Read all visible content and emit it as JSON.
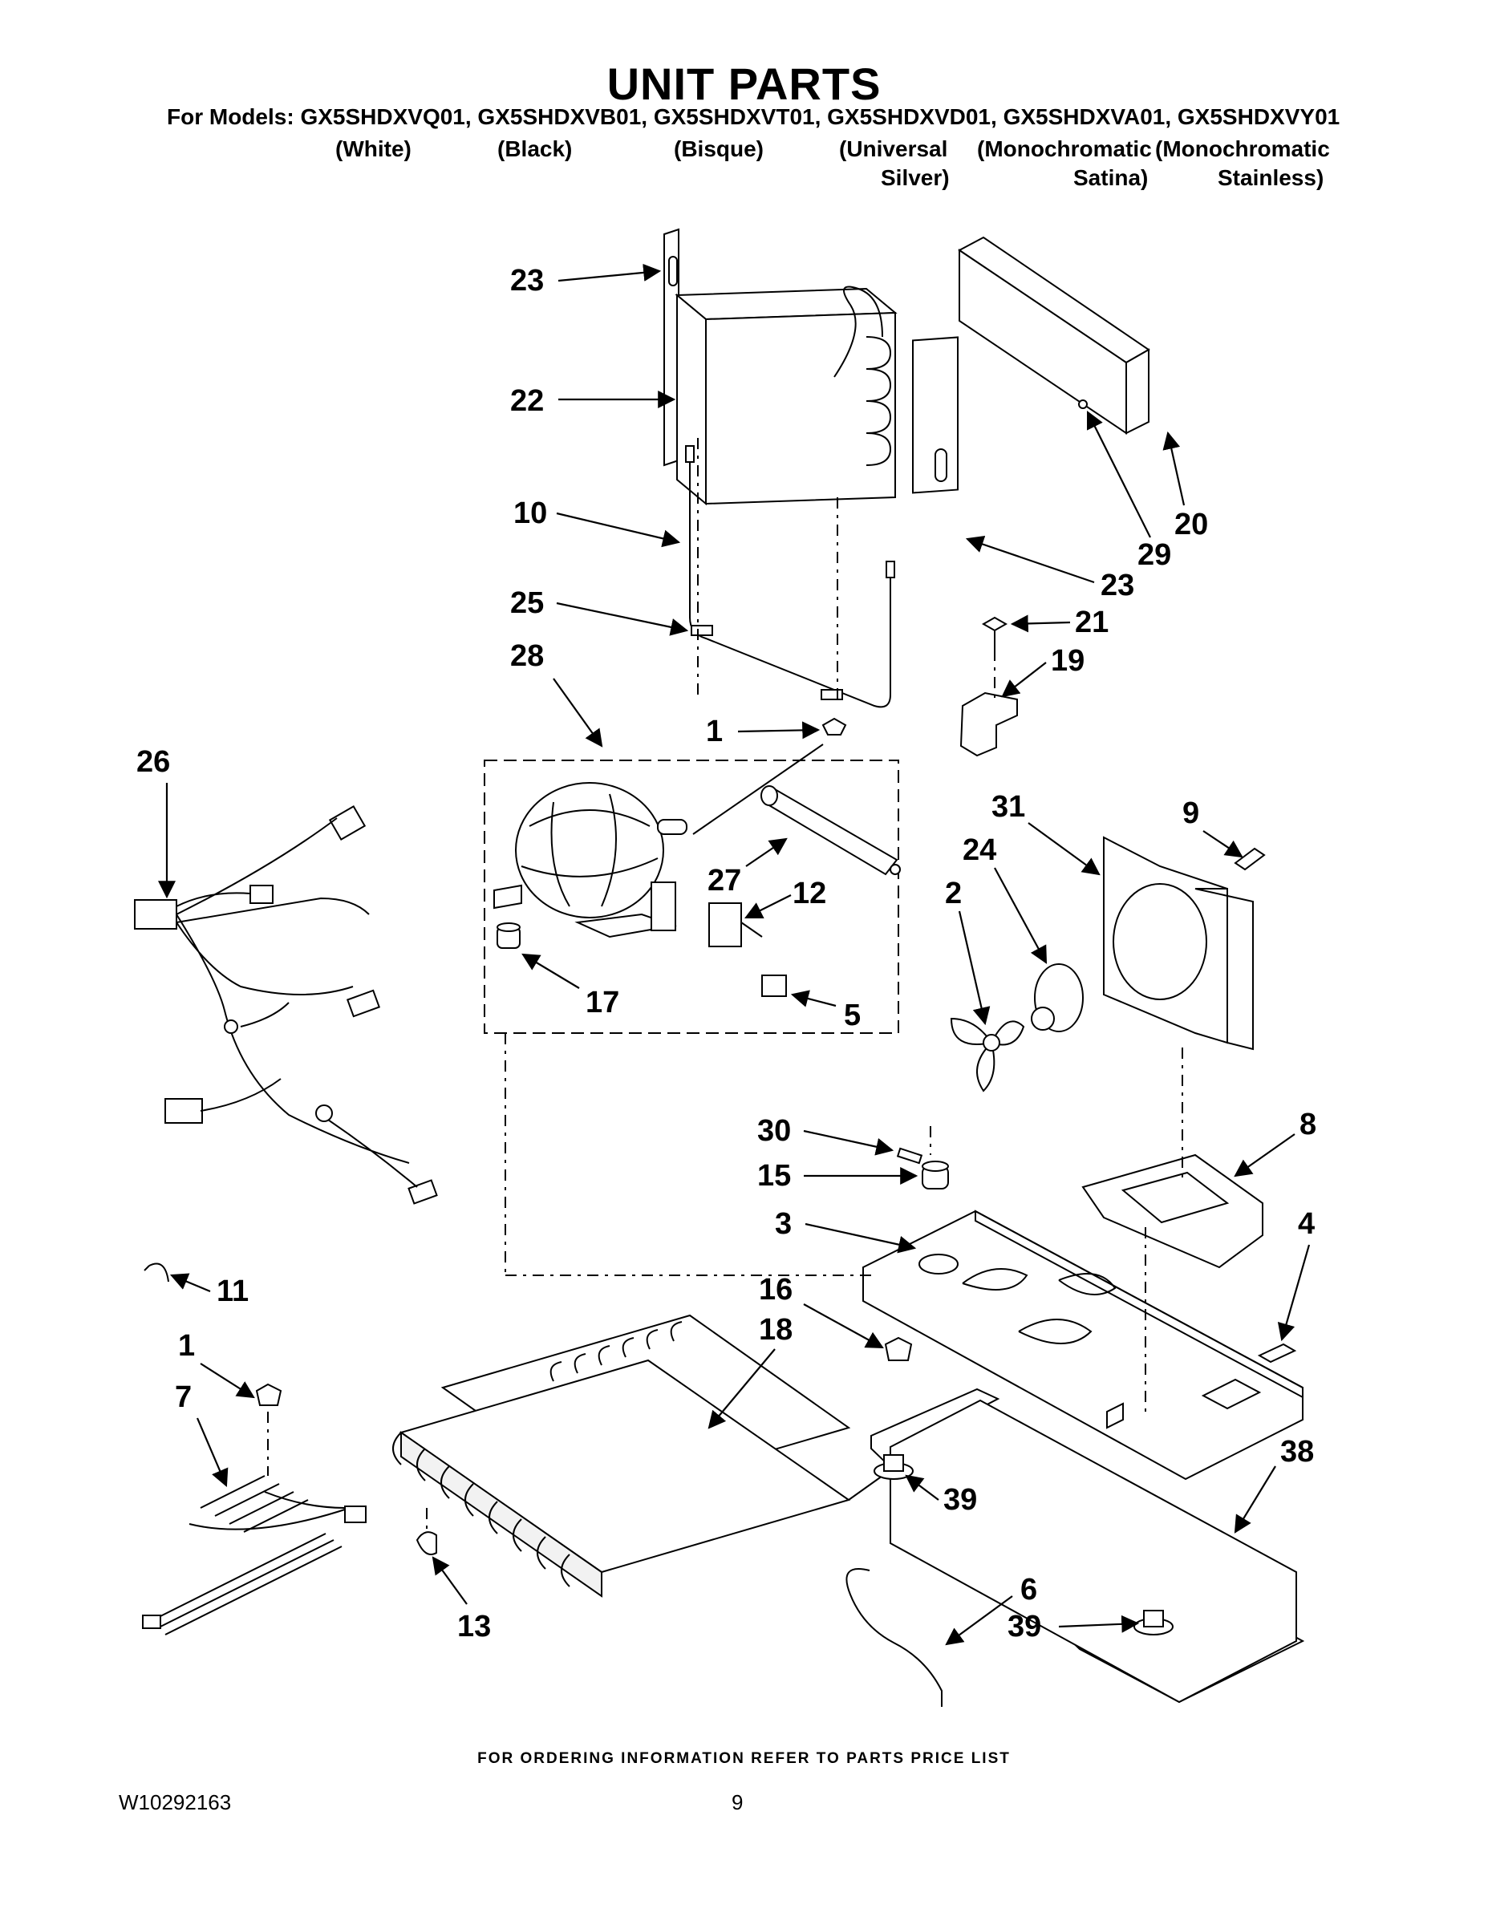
{
  "header": {
    "title": "UNIT PARTS",
    "models_line": "For Models: GX5SHDXVQ01, GX5SHDXVB01, GX5SHDXVT01, GX5SHDXVD01, GX5SHDXVA01, GX5SHDXVY01",
    "colors_line1": [
      "(White)",
      "(Black)",
      "(Bisque)",
      "(Universal",
      "(Monochromatic",
      "(Monochromatic"
    ],
    "colors_line2": [
      "Silver)",
      "Satina)",
      "Stainless)"
    ]
  },
  "callouts": [
    "23",
    "22",
    "10",
    "25",
    "28",
    "1",
    "20",
    "29",
    "23",
    "21",
    "19",
    "26",
    "31",
    "9",
    "24",
    "2",
    "27",
    "12",
    "17",
    "5",
    "30",
    "8",
    "15",
    "3",
    "4",
    "11",
    "16",
    "18",
    "1",
    "7",
    "38",
    "39",
    "6",
    "39",
    "13"
  ],
  "footer": {
    "ordering_note": "FOR ORDERING INFORMATION REFER TO PARTS PRICE LIST",
    "doc_number": "W10292163",
    "page_number": "9"
  }
}
